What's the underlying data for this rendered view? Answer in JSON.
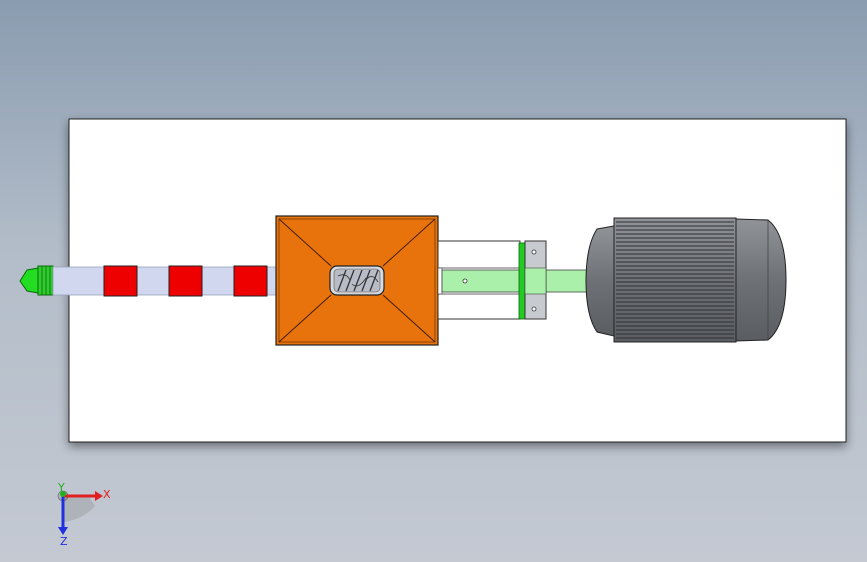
{
  "viewport": {
    "background_top": "#8a9cb0",
    "background_bottom": "#c4c9d2"
  },
  "assembly": {
    "plate": {
      "color": "#ffffff"
    },
    "nozzle": {
      "color": "#22dd22"
    },
    "barrel": {
      "color": "#d0d7ee",
      "band_color": "#ee0000",
      "band_count": 3
    },
    "hopper": {
      "color": "#e8720c"
    },
    "screw": {
      "color": "#b8bcc6"
    },
    "coupling": {
      "color": "#aaf0aa",
      "flange_color": "#22cc22"
    },
    "motor": {
      "color": "#7a7d82"
    }
  },
  "triad": {
    "x_label": "X",
    "y_label": "Y",
    "z_label": "Z",
    "x_color": "#e02020",
    "y_color": "#20b020",
    "z_color": "#2030e0"
  }
}
